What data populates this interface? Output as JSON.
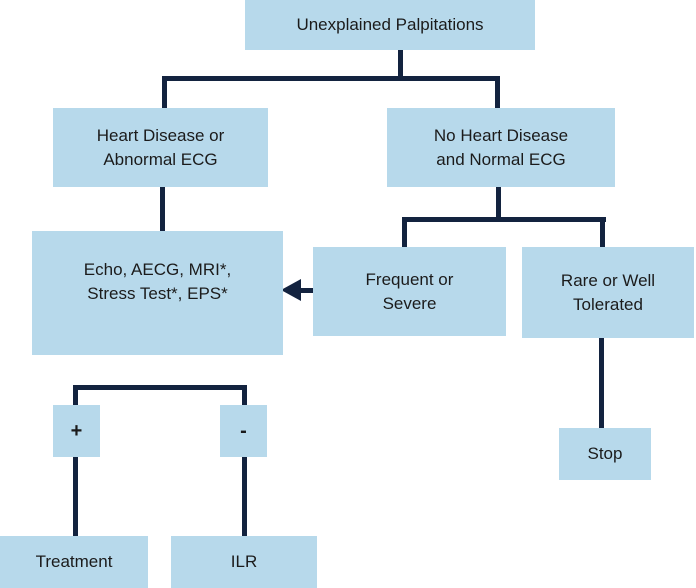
{
  "colors": {
    "box_fill": "#b7d9eb",
    "connector": "#13233f",
    "text": "#1b1b1b",
    "background": "#ffffff"
  },
  "nodes": {
    "root": {
      "lines": [
        "Unexplained Palpitations"
      ]
    },
    "heart_disease": {
      "lines": [
        "Heart Disease or",
        "Abnormal ECG"
      ]
    },
    "no_heart_disease": {
      "lines": [
        "No Heart Disease",
        "and Normal ECG"
      ]
    },
    "tests": {
      "lines": [
        "Echo, AECG, MRI*,",
        "Stress Test*, EPS*"
      ]
    },
    "frequent": {
      "lines": [
        "Frequent or",
        "Severe"
      ]
    },
    "rare": {
      "lines": [
        "Rare or Well",
        "Tolerated"
      ]
    },
    "positive": {
      "lines": [
        "+"
      ]
    },
    "negative": {
      "lines": [
        "-"
      ]
    },
    "stop": {
      "lines": [
        "Stop"
      ]
    },
    "treatment": {
      "lines": [
        "Treatment"
      ]
    },
    "ilr": {
      "lines": [
        "ILR"
      ]
    }
  }
}
